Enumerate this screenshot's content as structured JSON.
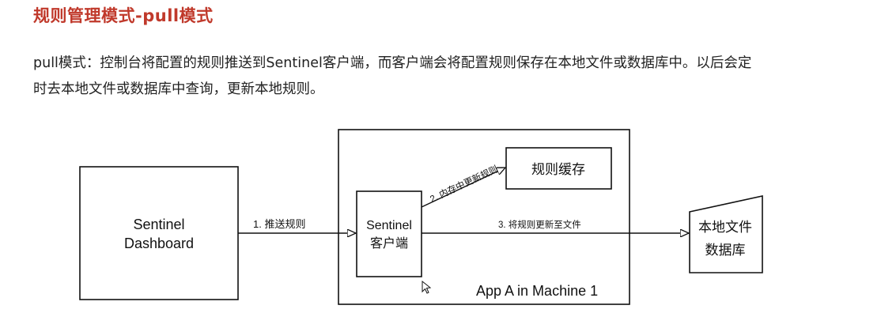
{
  "heading": "规则管理模式-pull模式",
  "description": {
    "line1": "pull模式：控制台将配置的规则推送到Sentinel客户端，而客户端会将配置规则保存在本地文件或数据库中。以后会定",
    "line2": "时去本地文件或数据库中查询，更新本地规则。"
  },
  "diagram": {
    "dashboard_box": {
      "line1": "Sentinel",
      "line2": "Dashboard"
    },
    "machine_label": "App A in Machine 1",
    "client_box": {
      "line1": "Sentinel",
      "line2": "客户端"
    },
    "cache_box": "规则缓存",
    "storage_box": {
      "line1": "本地文件",
      "line2": "数据库"
    },
    "arrow1_label": "1. 推送规则",
    "arrow2_label": "2. 内存中更新规则",
    "arrow3_label": "3. 将规则更新至文件"
  }
}
